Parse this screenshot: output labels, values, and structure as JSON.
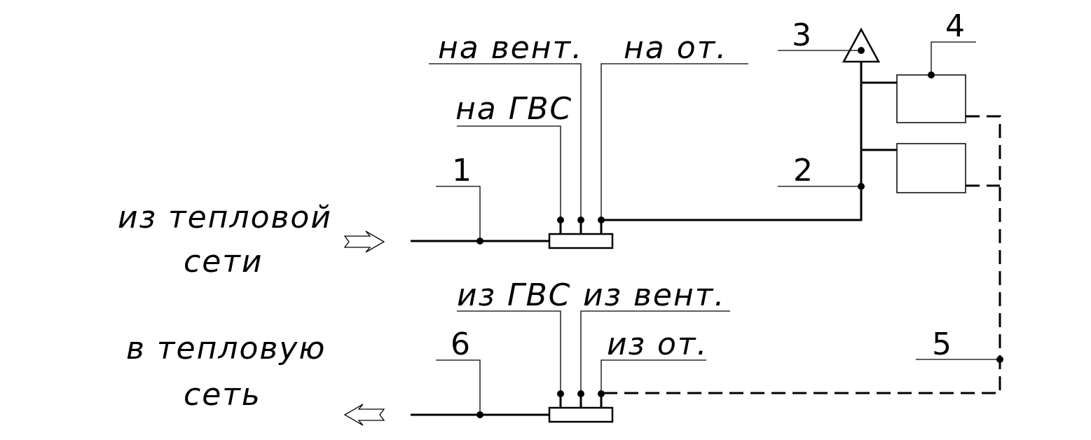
{
  "labels": {
    "supply_side": [
      "из тепловой",
      "сети"
    ],
    "return_side": [
      "в тепловую",
      "сеть"
    ],
    "to_vent": "на вент.",
    "to_heating": "на от.",
    "to_dhw": "на ГВС",
    "from_dhw": "из ГВС",
    "from_vent": "из вент.",
    "from_heating": "из от."
  },
  "callouts": {
    "n1": "1",
    "n2": "2",
    "n3": "3",
    "n4": "4",
    "n5": "5",
    "n6": "6"
  }
}
